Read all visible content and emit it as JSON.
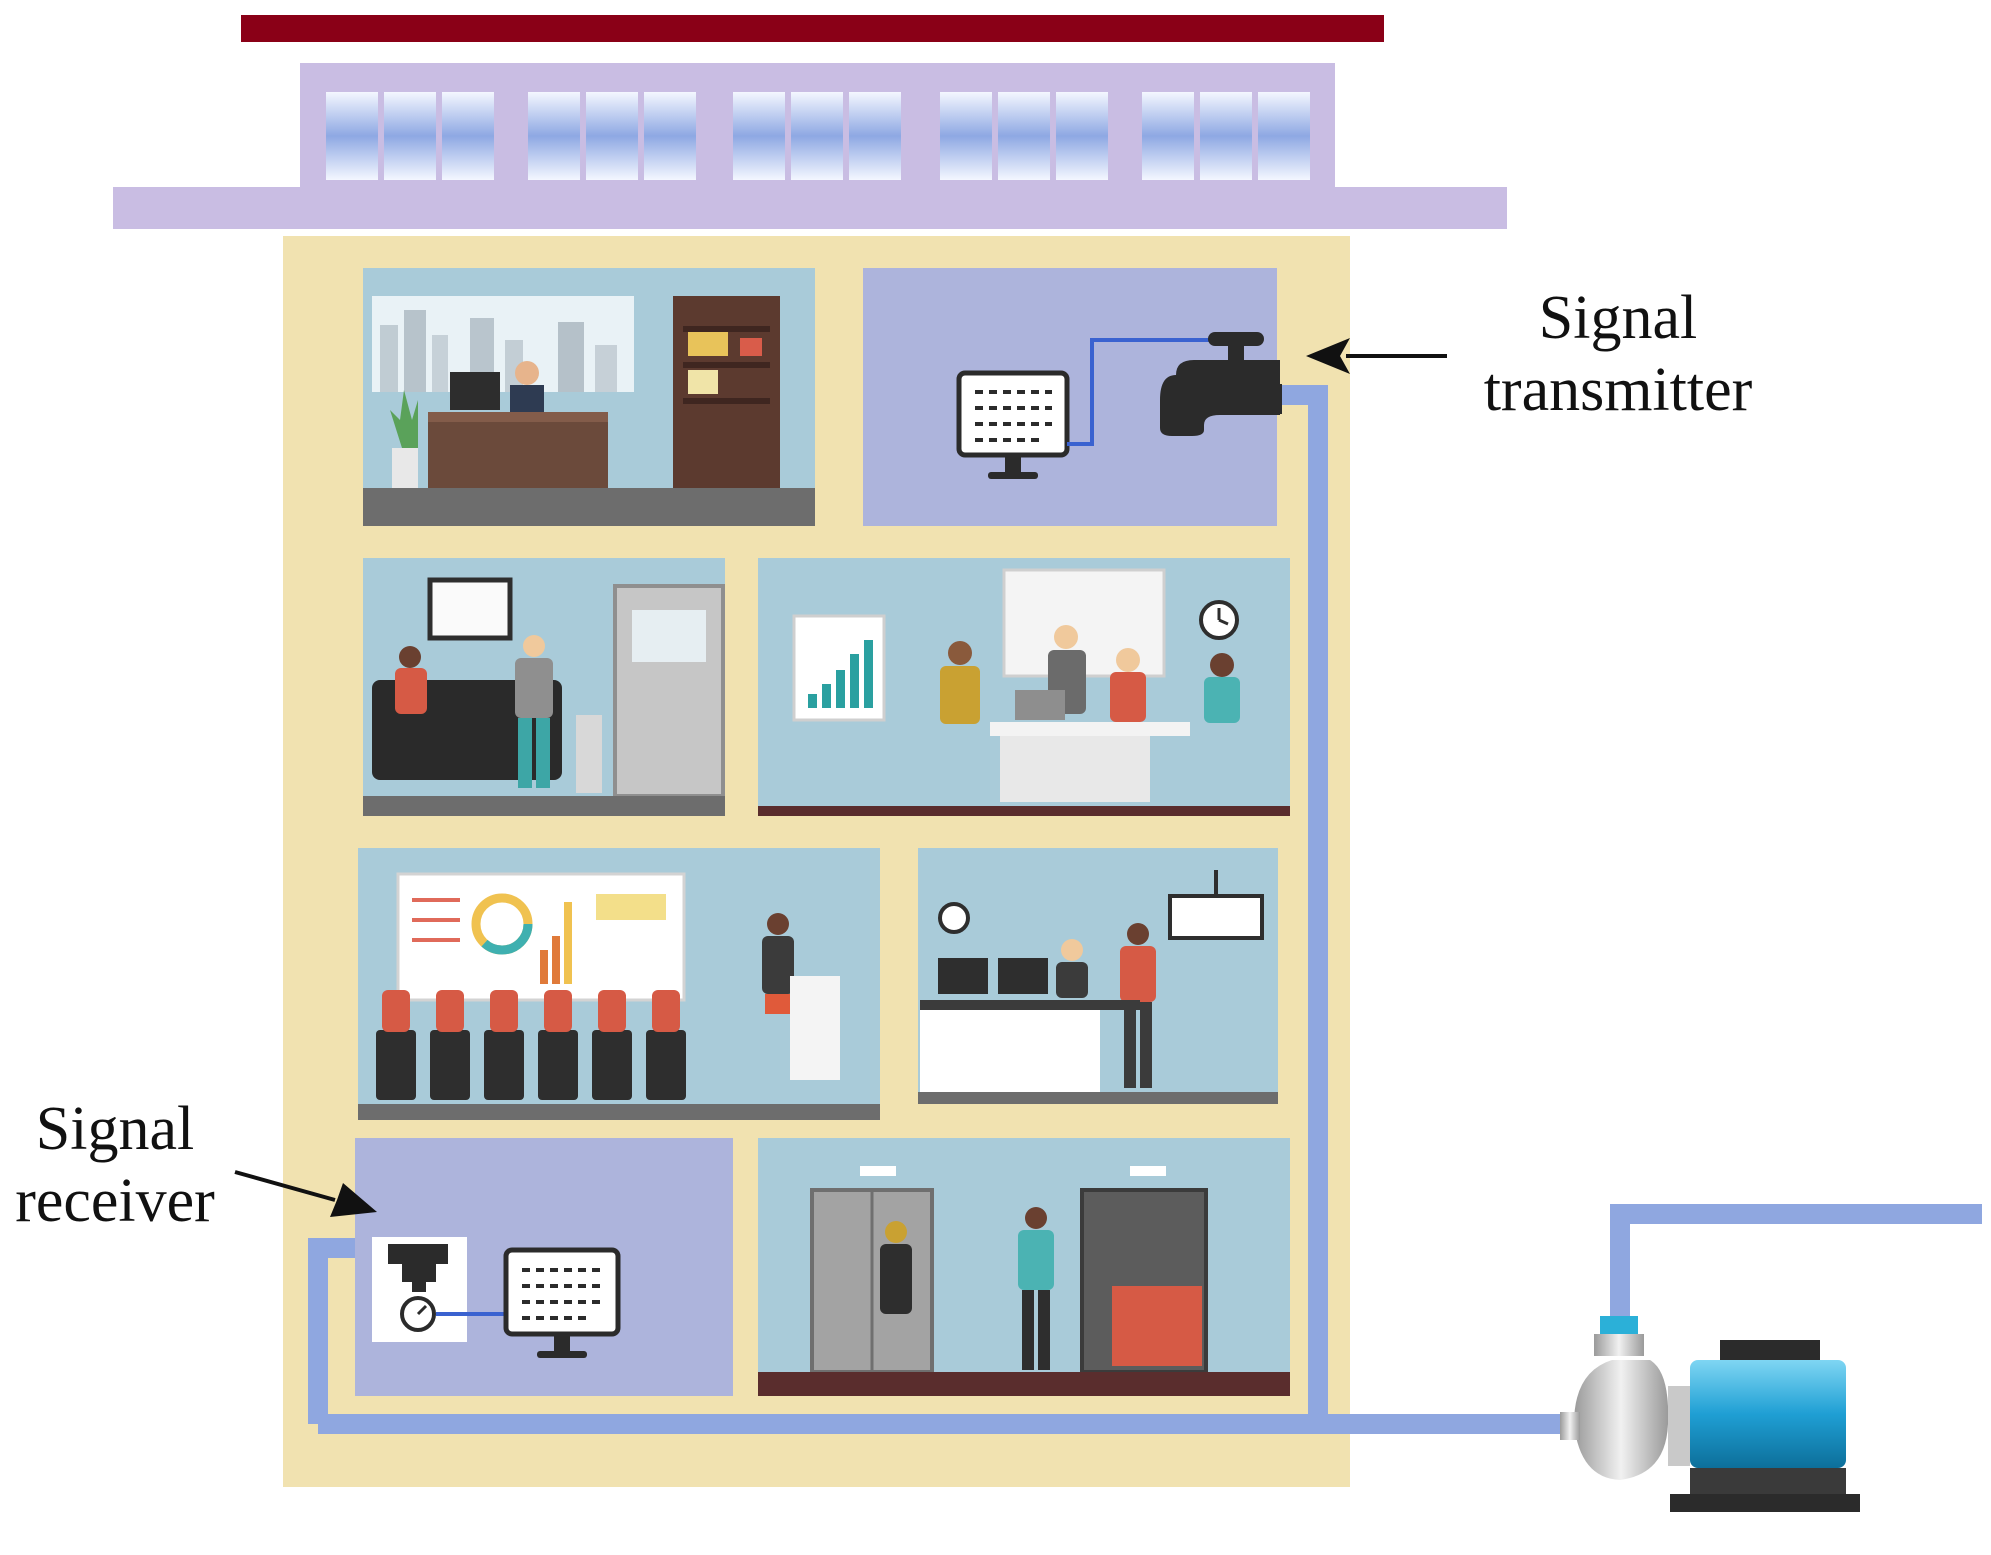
{
  "labels": {
    "signal_transmitter": [
      "Signal",
      "transmitter"
    ],
    "signal_receiver": [
      "Signal",
      "receiver"
    ]
  },
  "colors": {
    "roof_band": "#8a0017",
    "roof": "#c9bde3",
    "window_top": "#f4f7ff",
    "window_mid": "#8ea8e3",
    "building": "#f1e2b0",
    "room_bg": "#a9cbd9",
    "room_floor": "#6d6d6d",
    "equipment_room": "#adb4dc",
    "pipe": "#8fa7e0",
    "signal_wire": "#3a62d0",
    "device_dark": "#2b2b2b",
    "pump_motor": "#22a5d8",
    "pump_body": "#c9c9c9",
    "arrow": "#111111"
  },
  "icons": [
    "monitor-icon",
    "faucet-icon",
    "pressure-sensor-icon",
    "water-pump-icon",
    "arrow-icon"
  ],
  "rooms": [
    "office-room",
    "signal-transmitter-room",
    "lobby-waiting-room",
    "meeting-room",
    "presentation-room",
    "reception-room",
    "signal-receiver-room",
    "elevator-hall"
  ]
}
